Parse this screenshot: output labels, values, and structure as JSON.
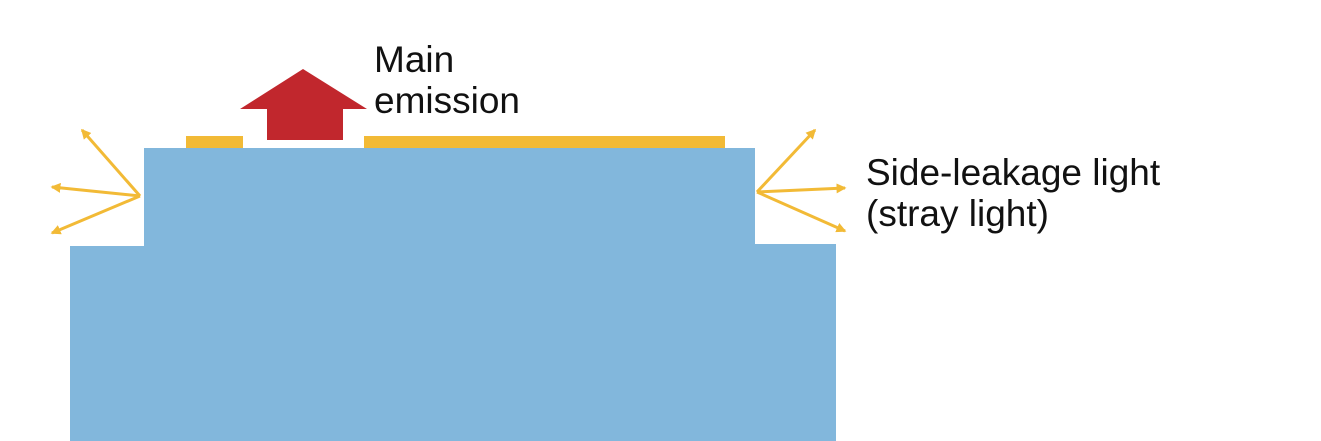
{
  "labels": {
    "main_emission": [
      "Main",
      "emission"
    ],
    "side_leakage": [
      "Side-leakage light",
      "(stray light)"
    ]
  },
  "colors": {
    "substrate": "#82B7DC",
    "electrode": "#F2BA36",
    "main_arrow": "#C1272D",
    "stray_arrow": "#F2BA36",
    "text": "#111111"
  }
}
